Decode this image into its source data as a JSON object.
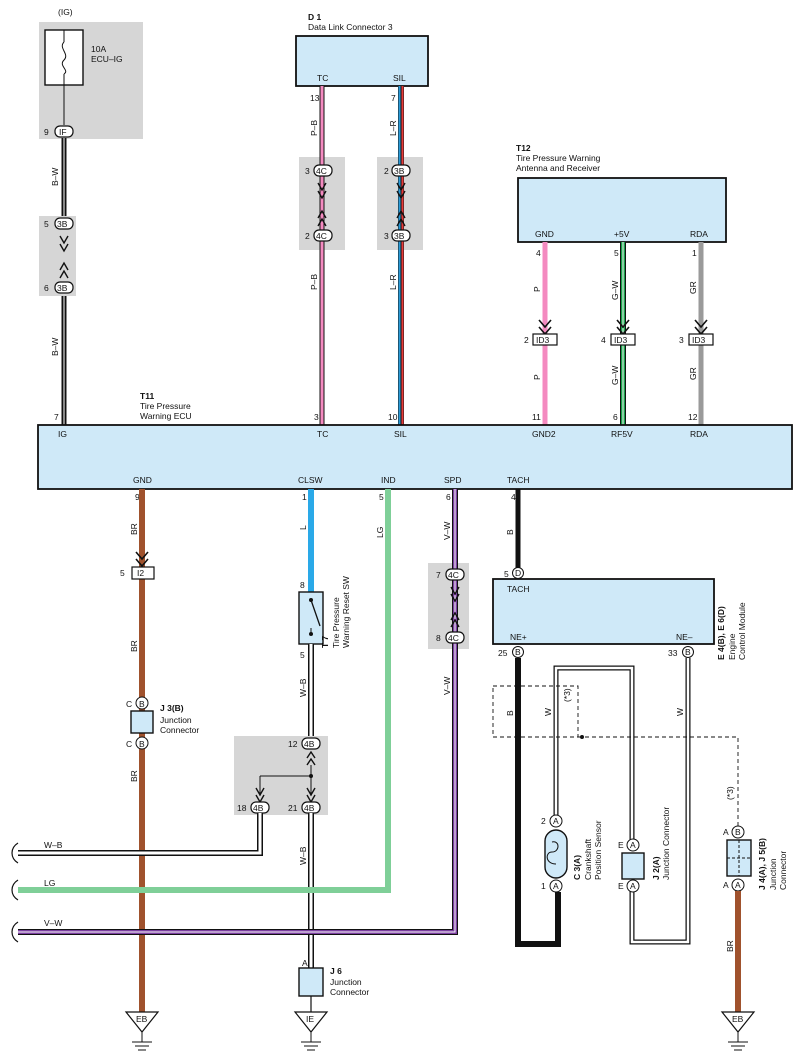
{
  "ig_fuse": {
    "group": "(IG)",
    "rating": "10A",
    "name": "ECU–IG",
    "conn": "IF",
    "pin": "9"
  },
  "ig_mid": {
    "conn_top": "3B",
    "pin_top": "5",
    "conn_bot": "3B",
    "pin_bot": "6"
  },
  "ig_wire": {
    "color1": "B–W",
    "color2": "B–W"
  },
  "d1": {
    "id": "D 1",
    "name": "Data Link Connector 3",
    "pin_tc": "TC",
    "pin_sil": "SIL",
    "tc_num": "13",
    "sil_num": "7"
  },
  "tc_wire": {
    "color1": "P–B",
    "color2": "P–B",
    "conn_top": "4C",
    "pin_top": "3",
    "conn_bot": "4C",
    "pin_bot": "2"
  },
  "sil_wire": {
    "color1": "L–R",
    "color2": "L–R",
    "conn_top": "3B",
    "pin_top": "2",
    "conn_bot": "3B",
    "pin_bot": "3"
  },
  "t12": {
    "id": "T12",
    "name1": "Tire Pressure Warning",
    "name2": "Antenna and Receiver",
    "gnd": "GND",
    "v5": "+5V",
    "rda": "RDA",
    "gnd_num": "4",
    "v5_num": "5",
    "rda_num": "1"
  },
  "t12_wires": {
    "gnd_c1": "P",
    "gnd_c2": "P",
    "v5_c1": "G–W",
    "v5_c2": "G–W",
    "rda_c1": "GR",
    "rda_c2": "GR",
    "id3": "ID3",
    "id3_gnd_pin": "2",
    "id3_v5_pin": "4",
    "id3_rda_pin": "3"
  },
  "t11": {
    "id": "T11",
    "name1": "Tire Pressure",
    "name2": "Warning ECU",
    "ig": "IG",
    "tc": "TC",
    "sil": "SIL",
    "gnd2": "GND2",
    "rf5v": "RF5V",
    "rda": "RDA",
    "ig_num": "7",
    "tc_num": "3",
    "sil_num": "10",
    "gnd2_num": "11",
    "rf5v_num": "6",
    "rda_num": "12",
    "gnd": "GND",
    "clsw": "CLSW",
    "ind": "IND",
    "spd": "SPD",
    "tach": "TACH",
    "gnd_num": "9",
    "clsw_num": "1",
    "ind_num": "5",
    "spd_num": "6",
    "tach_num": "4"
  },
  "gnd_wire": {
    "color1": "BR",
    "color2": "BR",
    "color3": "BR",
    "i2": "I2",
    "i2_pin": "5"
  },
  "j3": {
    "id": "J 3(B)",
    "name1": "Junction",
    "name2": "Connector",
    "a": "B",
    "c1": "C",
    "c2": "C"
  },
  "eb1": "EB",
  "clsw_wire": {
    "color1": "L",
    "color2": "W–B",
    "color3": "W–B",
    "pin8": "8",
    "pin5": "5"
  },
  "t7": {
    "id": "T 7",
    "name1": "Tire Pressure",
    "name2": "Warning Reset SW"
  },
  "clsw_junc": {
    "c12": "4B",
    "p12": "12",
    "c18": "4B",
    "p18": "18",
    "c21": "4B",
    "p21": "21"
  },
  "j6": {
    "id": "J 6",
    "name1": "Junction",
    "name2": "Connector",
    "pin": "A"
  },
  "ie": "IE",
  "ind_wire": {
    "color": "LG"
  },
  "spd_wire": {
    "color1": "V–W",
    "color2": "V–W",
    "conn_top": "4C",
    "pin_top": "7",
    "conn_bot": "4C",
    "pin_bot": "8"
  },
  "tach_wire": {
    "color": "B",
    "pin": "5",
    "conn": "D"
  },
  "ecm": {
    "id": "E 4(B), E 6(D)",
    "name1": "Engine",
    "name2": "Control Module",
    "tach": "TACH",
    "nep": "NE+",
    "nem": "NE–",
    "nep_num": "25",
    "nem_num": "33",
    "nep_conn": "B",
    "nem_conn": "B"
  },
  "ne_wires": {
    "b": "B",
    "w1": "W",
    "w2": "W",
    "shield": "(*3)"
  },
  "c3": {
    "id": "C 3(A)",
    "name1": "Crankshaft",
    "name2": "Position Sensor",
    "p1": "1",
    "p2": "2",
    "c": "A"
  },
  "j2": {
    "id": "J 2(A)",
    "name1": "Junction Connector",
    "e": "E",
    "a": "A"
  },
  "j4": {
    "id": "J 4(A), J 5(B)",
    "name1": "Junction",
    "name2": "Connector",
    "a": "A",
    "b": "B",
    "shield": "(*3)",
    "br": "BR"
  },
  "eb2": "EB",
  "left_wires": {
    "wb": "W–B",
    "lg": "LG",
    "vw": "V–W"
  }
}
